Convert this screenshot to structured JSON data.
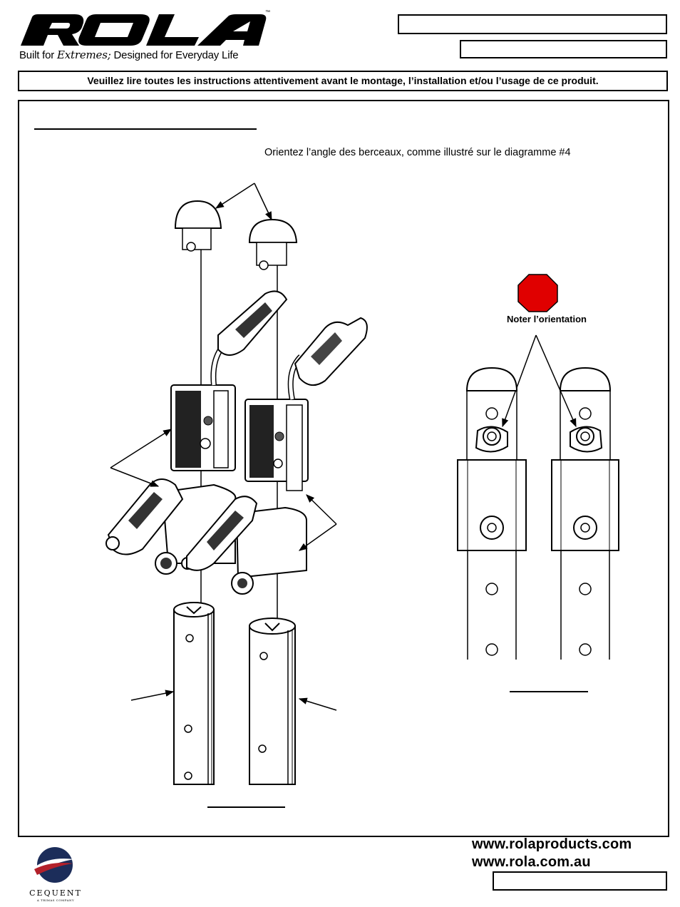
{
  "header": {
    "logo_text": "ROLA",
    "tagline_prefix": "Built for ",
    "tagline_script": "Extremes;",
    "tagline_suffix": " Designed for Everyday Life",
    "trademark": "™"
  },
  "banner_text": "Veuillez lire toutes les instructions attentivement avant le montage, l’installation et/ou l’usage de ce produit.",
  "instruction_text": "Orientez l’angle des berceaux, comme illustré sur le diagramme #4",
  "callout_label": "Noter l’orientation",
  "footer": {
    "website_1": "www.rolaproducts.com",
    "website_2": "www.rola.com.au",
    "company_name": "CEQUENT",
    "company_sub": "A TRIMAS COMPANY"
  },
  "colors": {
    "stop_sign": "#e00000",
    "ink": "#000000",
    "cequent_navy": "#1c2d5a",
    "cequent_red": "#b3202a"
  }
}
